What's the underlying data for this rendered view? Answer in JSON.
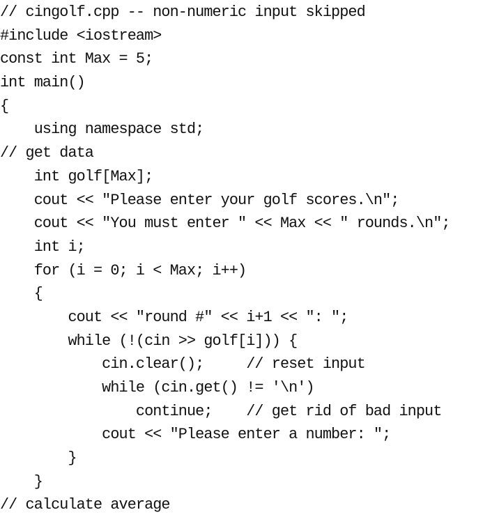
{
  "document": {
    "lines": [
      "// cingolf.cpp -- non-numeric input skipped",
      "#include <iostream>",
      "const int Max = 5;",
      "int main()",
      "{",
      "    using namespace std;",
      "// get data",
      "    int golf[Max];",
      "    cout << \"Please enter your golf scores.\\n\";",
      "    cout << \"You must enter \" << Max << \" rounds.\\n\";",
      "    int i;",
      "    for (i = 0; i < Max; i++)",
      "    {",
      "        cout << \"round #\" << i+1 << \": \";",
      "        while (!(cin >> golf[i])) {",
      "            cin.clear();     // reset input",
      "            while (cin.get() != '\\n')",
      "                continue;    // get rid of bad input",
      "            cout << \"Please enter a number: \";",
      "        }",
      "    }",
      "// calculate average"
    ]
  }
}
